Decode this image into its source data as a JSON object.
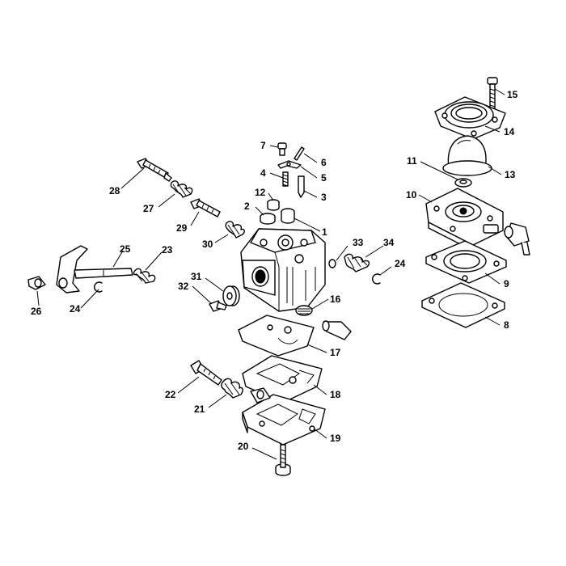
{
  "callouts": {
    "c1": "1",
    "c2": "2",
    "c3": "3",
    "c4": "4",
    "c5": "5",
    "c6": "6",
    "c7": "7",
    "c8": "8",
    "c9": "9",
    "c10": "10",
    "c11": "11",
    "c12": "12",
    "c13": "13",
    "c14": "14",
    "c15": "15",
    "c16": "16",
    "c17": "17",
    "c18": "18",
    "c19": "19",
    "c20": "20",
    "c21": "21",
    "c22": "22",
    "c23": "23",
    "c24a": "24",
    "c24b": "24",
    "c25": "25",
    "c26": "26",
    "c27": "27",
    "c28": "28",
    "c29": "29",
    "c30": "30",
    "c31": "31",
    "c32": "32",
    "c33": "33",
    "c34": "34"
  }
}
